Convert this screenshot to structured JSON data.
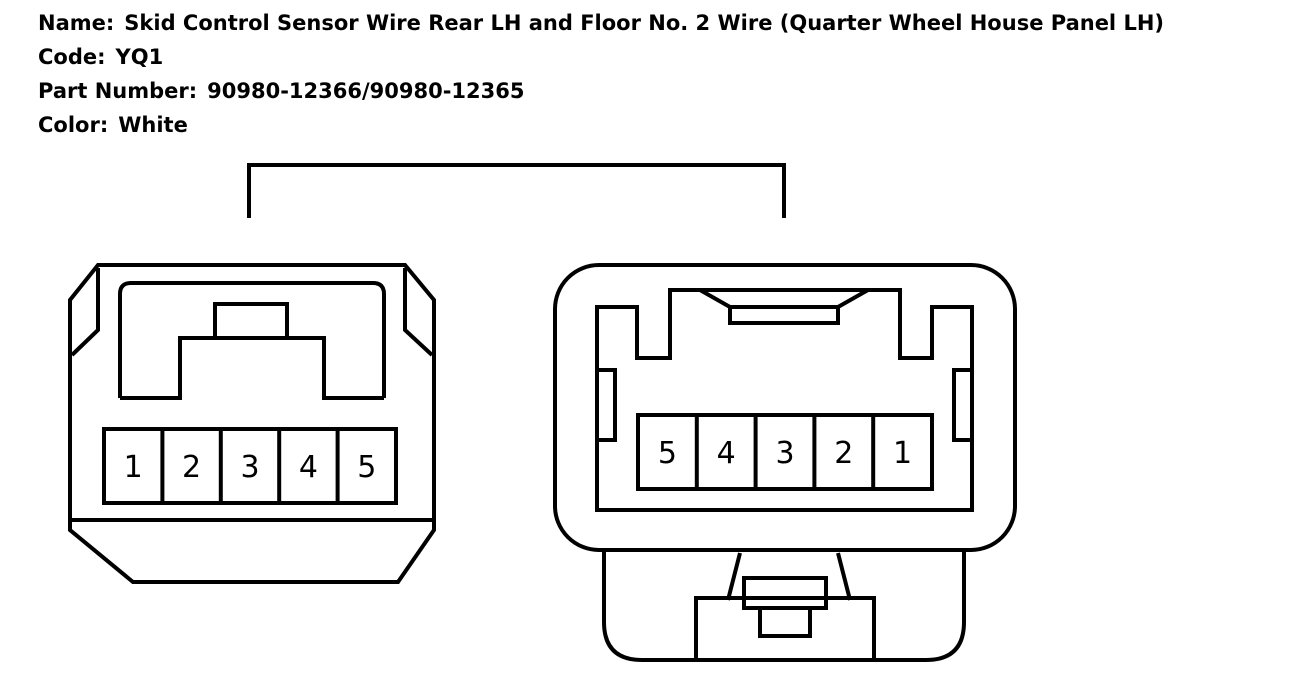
{
  "header": {
    "name_label": "Name:",
    "name_value": "Skid Control Sensor Wire Rear LH and Floor No. 2 Wire (Quarter Wheel House Panel LH)",
    "code_label": "Code:",
    "code_value": "YQ1",
    "part_label": "Part Number:",
    "part_value": "90980-12366/90980-12365",
    "color_label": "Color:",
    "color_value": "White"
  },
  "connectors": {
    "left": {
      "pins": [
        "1",
        "2",
        "3",
        "4",
        "5"
      ]
    },
    "right": {
      "pins": [
        "5",
        "4",
        "3",
        "2",
        "1"
      ]
    }
  },
  "colors": {
    "line": "#000000",
    "background": "#ffffff"
  }
}
